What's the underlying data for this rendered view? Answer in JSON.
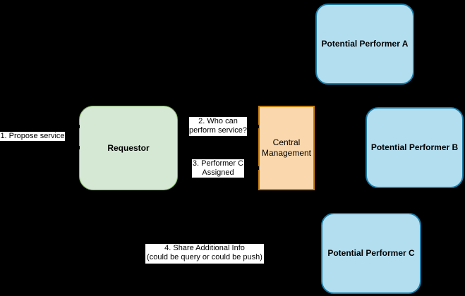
{
  "diagram": {
    "nodes": [
      {
        "id": "requestor",
        "label": "Requestor"
      },
      {
        "id": "central-management",
        "label": "Central Management"
      },
      {
        "id": "performer-a",
        "label": "Potential Performer A"
      },
      {
        "id": "performer-b",
        "label": "Potential Performer B"
      },
      {
        "id": "performer-c",
        "label": "Potential Performer C"
      }
    ],
    "messages": [
      {
        "id": "msg-1",
        "label": "1. Propose service"
      },
      {
        "id": "msg-2",
        "label": "2. Who can\nperform service?"
      },
      {
        "id": "msg-3",
        "label": "3. Performer C\nAssigned"
      },
      {
        "id": "msg-4",
        "label": "4. Share Additional Info\n(could be query or could be push)"
      }
    ],
    "colors": {
      "background": "#000000",
      "requestor_fill": "#D5E8D4",
      "requestor_border": "#82B366",
      "central_fill": "#FAD7AC",
      "central_border": "#C67D0F",
      "performer_fill": "#B3DEF0",
      "performer_border": "#1B7CA6",
      "message_background": "#FFFFFF",
      "text": "#000000"
    }
  }
}
